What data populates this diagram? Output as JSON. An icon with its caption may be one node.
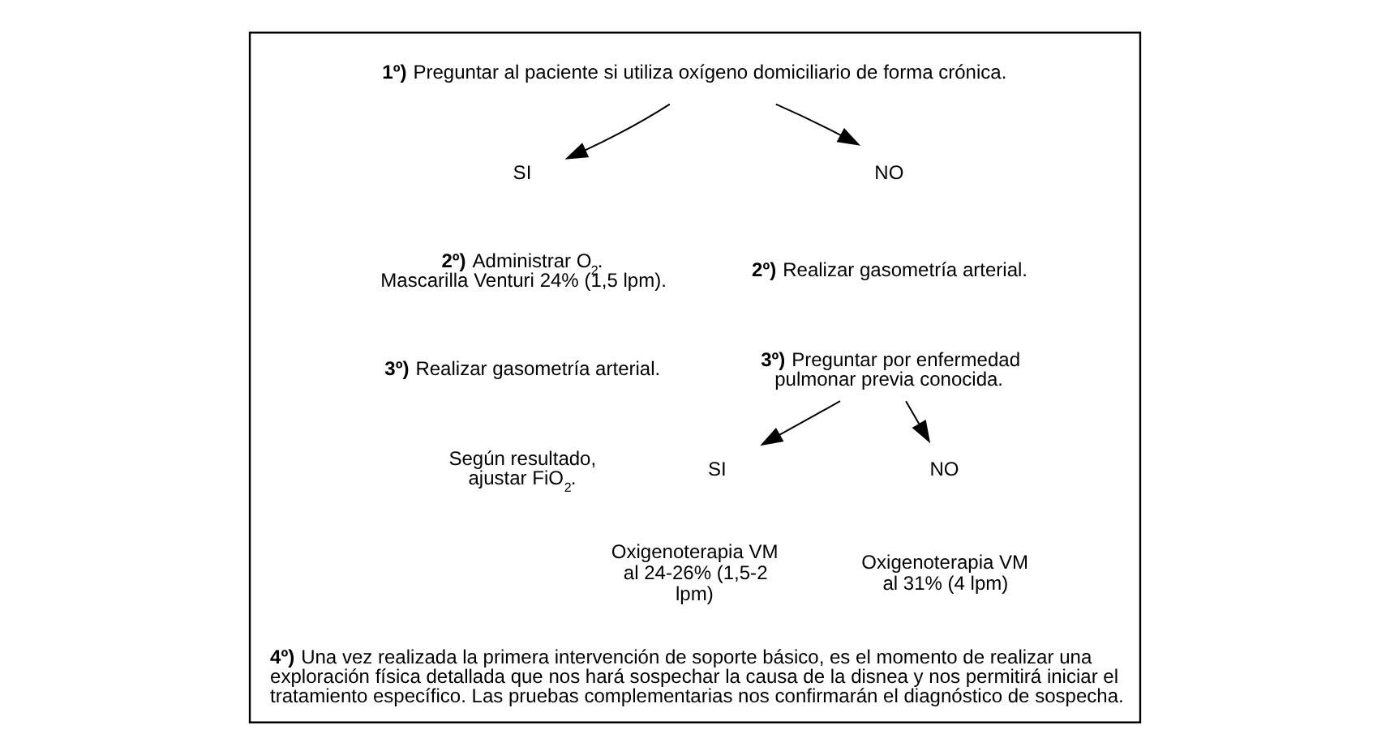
{
  "diagram": {
    "nodes": [
      {
        "text": [],
        "shape": "box"
      },
      {
        "text": [
          "**1º)** Preguntar al paciente si utiliza oxígeno domiciliario de forma crónica."
        ],
        "in": 0
      },
      {
        "text": [
          "SI"
        ],
        "in": 0
      },
      {
        "text": [
          "NO"
        ],
        "in": 0
      },
      {
        "text": [
          "**3º)** Preguntar por enfermedad pulmonar previa conocida."
        ],
        "in": 0
      },
      {
        "text": [
          "SI"
        ],
        "in": 0
      },
      {
        "text": [
          "NO"
        ],
        "in": 0
      }
    ],
    "edges": [
      {
        "from": 1,
        "to": 2,
        "arrow": "to"
      },
      {
        "from": 1,
        "to": 3,
        "arrow": "to"
      },
      {
        "from": 4,
        "to": 5,
        "arrow": "to"
      },
      {
        "from": 4,
        "to": 6,
        "arrow": "to"
      }
    ],
    "labels": [
      "**2º)** Administrar O$_{2}$. Mascarilla Venturi 24% (1,5 lpm).",
      "**2º)** Realizar gasometría arterial.",
      "**3º)** Realizar gasometría arterial.",
      "Según resultado, ajustar FiO$_{2}$.",
      "Oxigenoterapia VM al 24-26% (1,5-2 lpm)",
      "Oxigenoterapia VM al 31% (4 lpm)",
      "**4º)** Una vez realizada la primera intervención de soporte básico, es el momento de realizar una exploración física detallada que nos hará sospechar la causa de la disnea y nos permitirá iniciar el tratamiento específico. Las pruebas complementarias nos confirmarán el diagnóstico de sospecha."
    ]
  }
}
